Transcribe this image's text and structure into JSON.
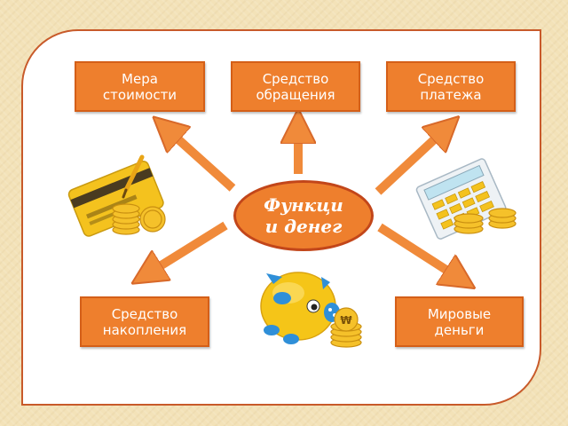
{
  "center": {
    "label": "Функци\nи денег"
  },
  "functions": [
    {
      "id": "measure",
      "label": "Мера\nстоимости"
    },
    {
      "id": "circulation",
      "label": "Средство\nобращения"
    },
    {
      "id": "payment",
      "label": "Средство\nплатежа"
    },
    {
      "id": "accumulation",
      "label": "Средство\nнакопления"
    },
    {
      "id": "world",
      "label": "Мировые\nденьги"
    }
  ],
  "colors": {
    "box_fill": "#ee7f2d",
    "frame_border": "#c85a2a",
    "arrow": "#f08a3a"
  },
  "illustrations": [
    "credit-card-with-coins",
    "calculator-with-coins",
    "piggy-bank-with-coins"
  ]
}
